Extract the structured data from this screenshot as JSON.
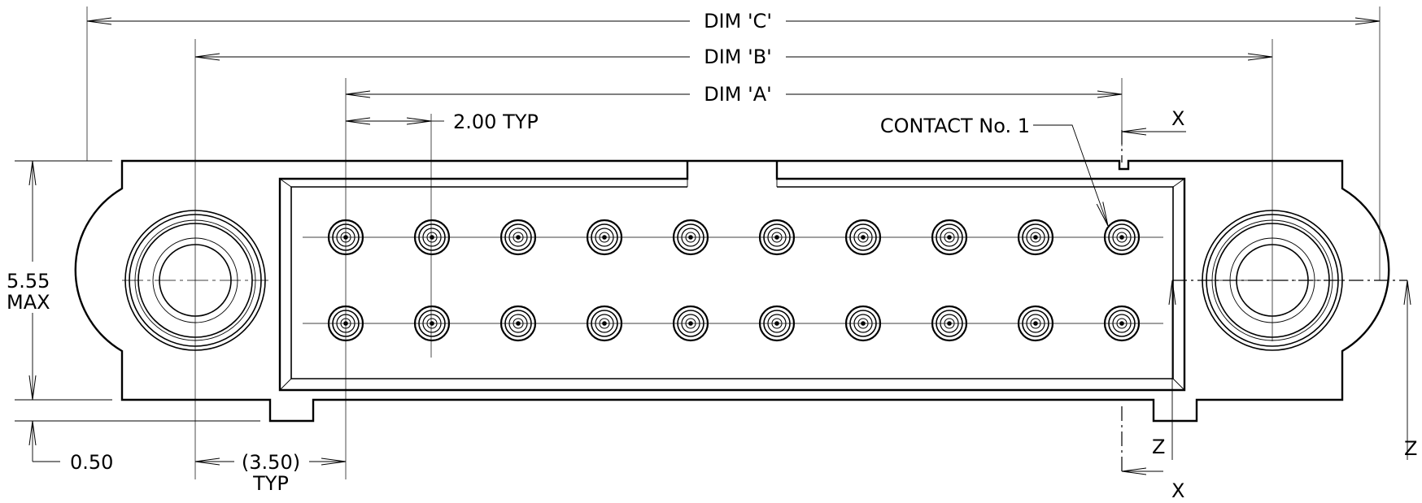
{
  "dimensions": {
    "dim_c": "DIM 'C'",
    "dim_b": "DIM 'B'",
    "dim_a": "DIM 'A'",
    "pitch": "2.00 TYP",
    "height_value": "5.55",
    "height_suffix": "MAX",
    "offset": "0.50",
    "edge_value": "(3.50)",
    "edge_suffix": "TYP"
  },
  "callouts": {
    "contact_1": "CONTACT No. 1"
  },
  "section_labels": {
    "x_top": "X",
    "x_bottom": "X",
    "z_left": "Z",
    "z_right": "Z"
  },
  "contacts": {
    "rows": 2,
    "per_row": 10
  }
}
